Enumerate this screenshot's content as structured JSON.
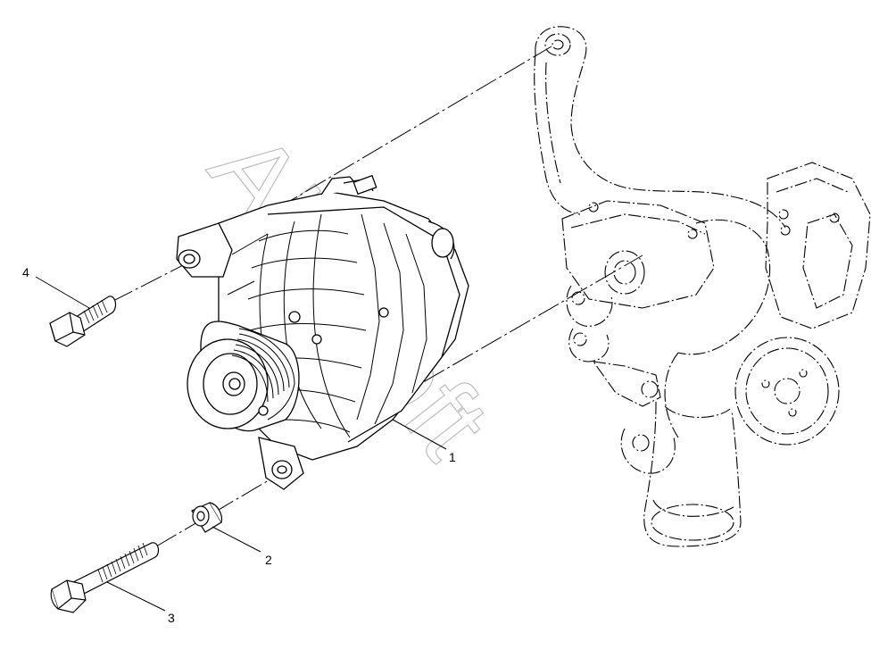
{
  "diagram": {
    "watermark": "AlfaSoft",
    "callouts": [
      {
        "id": "1"
      },
      {
        "id": "2"
      },
      {
        "id": "3"
      },
      {
        "id": "4"
      }
    ]
  },
  "colors": {
    "ink": "#000000",
    "watermark": "#bdbdbd",
    "background": "#ffffff"
  }
}
